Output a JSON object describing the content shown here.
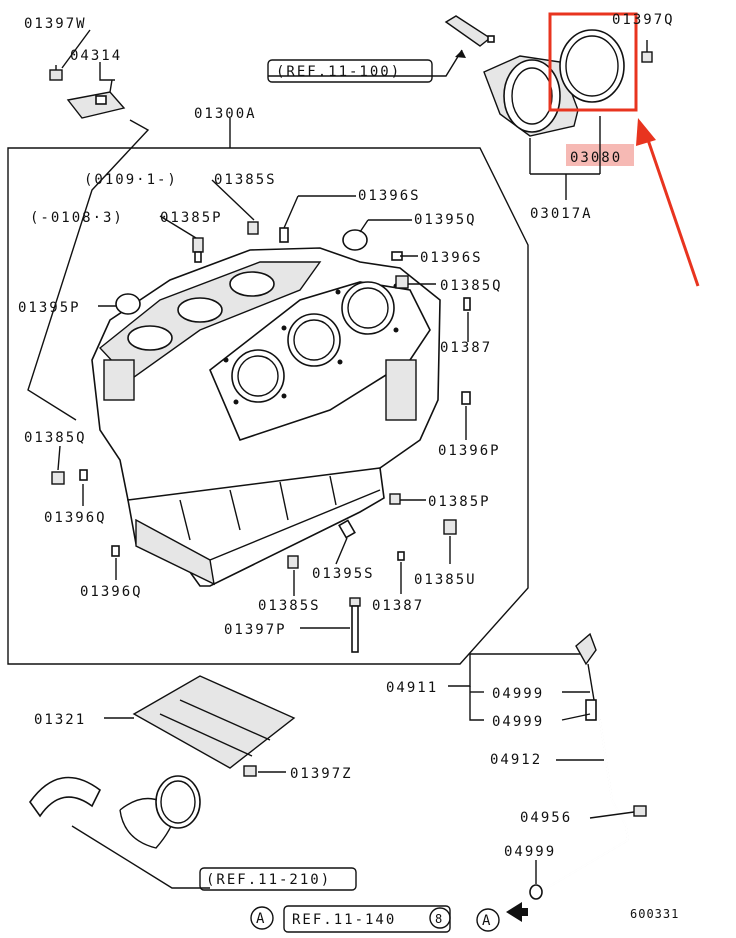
{
  "colors": {
    "highlight": "#e8341f",
    "highlight_fill": "#f6b9b4",
    "line": "#111111"
  },
  "labels": {
    "p01397W": "01397W",
    "p04314": "04314",
    "p01300A": "01300A",
    "ref_11_100": "(REF.11-100)",
    "p01397Q_top": "01397Q",
    "p03080": "03080",
    "p03017A": "03017A",
    "range_0109": "(0109·1-)",
    "range_0108": "(-0108·3)",
    "p01385S_a": "01385S",
    "p01385P_a": "01385P",
    "p01396S_a": "01396S",
    "p01395Q": "01395Q",
    "p01396S_b": "01396S",
    "p01385Q_a": "01385Q",
    "p01395P": "01395P",
    "p01387_a": "01387",
    "p01385Q_b": "01385Q",
    "p01396P": "01396P",
    "p01396Q_a": "01396Q",
    "p01385P_b": "01385P",
    "p01396Q_b": "01396Q",
    "p01395S": "01395S",
    "p01385U": "01385U",
    "p01385S_b": "01385S",
    "p01387_b": "01387",
    "p01397P": "01397P",
    "p04911": "04911",
    "p04999_a": "04999",
    "p04999_b": "04999",
    "p01321": "01321",
    "p04912": "04912",
    "p01397Z": "01397Z",
    "p04956": "04956",
    "p04999_c": "04999",
    "ref_11_210": "(REF.11-210)",
    "circle_A1": "A",
    "ref_11_140": "REF.11-140",
    "circle_8": "8",
    "circle_A2": "A",
    "diagram_id": "600331"
  },
  "icons": {
    "engine_block": "engine-block-illustration",
    "rear_seal": "rear-oil-seal-ring",
    "seal_retainer": "seal-retainer-case",
    "dipstick": "oil-level-gauge",
    "bearing": "main-bearing-shell",
    "cover": "oil-pan-cover-plate",
    "arrow": "red-pointer-arrow"
  }
}
